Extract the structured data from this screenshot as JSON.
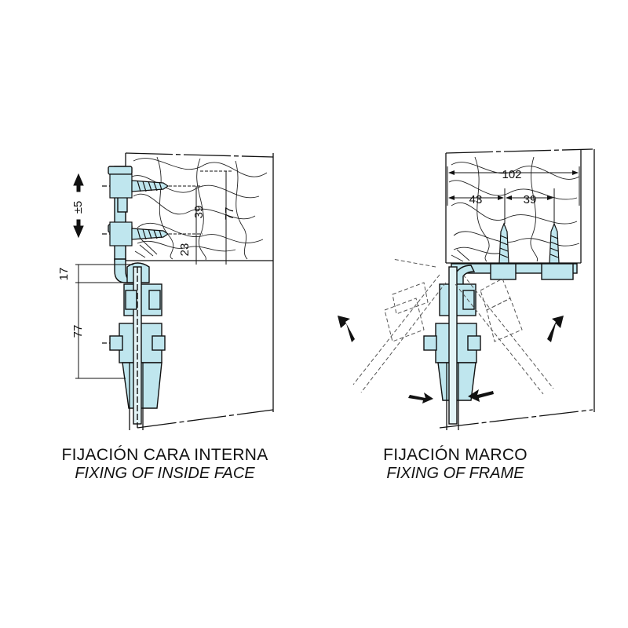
{
  "left_view": {
    "caption_main": "FIJACIÓN CARA INTERNA",
    "caption_sub": "FIXING OF INSIDE FACE",
    "dimensions": {
      "adjust": "±5",
      "d39": "39",
      "d23": "23",
      "d77_upper": "77",
      "d17": "17",
      "d77_lower": "77"
    }
  },
  "right_view": {
    "caption_main": "FIJACIÓN MARCO",
    "caption_sub": "FIXING OF FRAME",
    "dimensions": {
      "d102": "102",
      "d43": "43",
      "d39": "39"
    }
  },
  "colors": {
    "metal": "#bfe6ee",
    "line": "#111111",
    "background": "#ffffff"
  }
}
